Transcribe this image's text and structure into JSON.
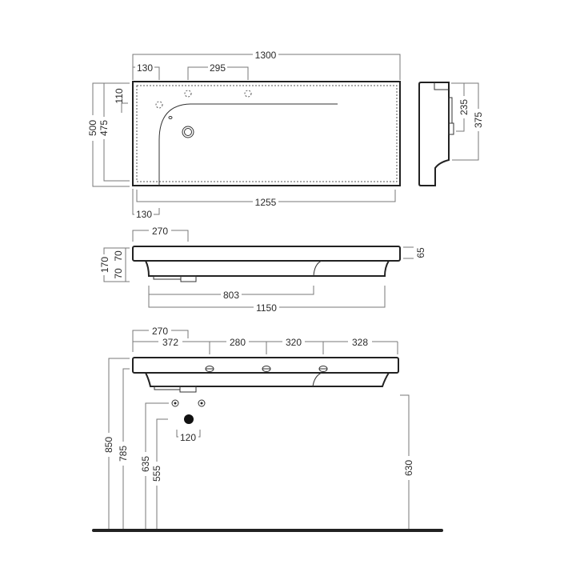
{
  "colors": {
    "outline": "#222222",
    "dimension_line": "#777777",
    "text": "#2a2a2a"
  },
  "top_view": {
    "overall_width": "1300",
    "hole_offset_left": "130",
    "tap_hole_spacing": "295",
    "hole_offset_back": "110",
    "overall_depth": "500",
    "inner_depth": "475",
    "inner_width": "1255",
    "bottom_offset_left": "130"
  },
  "side_view": {
    "bracket_height": "235",
    "back_height": "375"
  },
  "front_view": {
    "offset_270": "270",
    "total_height": "170",
    "rim_height": "70",
    "bowl_height": "70",
    "rim_right": "65",
    "length_803": "803",
    "length_1150": "1150"
  },
  "install_view": {
    "offset_270": "270",
    "spacing_372": "372",
    "spacing_280": "280",
    "spacing_320": "320",
    "spacing_328": "328",
    "waste_spacing": "120",
    "height_850": "850",
    "height_785": "785",
    "height_635": "635",
    "height_555": "555",
    "height_630": "630"
  }
}
